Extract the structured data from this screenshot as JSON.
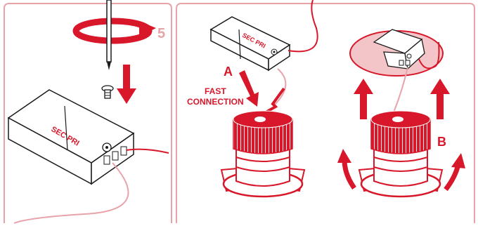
{
  "colors": {
    "accent": "#d8182a",
    "accent_light": "#e8a3aa",
    "panel_border": "#e7a3a6",
    "driver_outline": "#1a1a1a",
    "background": "#ffffff"
  },
  "step1": {
    "step_number": "5",
    "driver_label": "SEC PRI"
  },
  "step2": {
    "driver_label": "SEC PRI",
    "label_a": "A",
    "fast_connection_line1": "FAST",
    "fast_connection_line2": "CONNECTION",
    "label_b": "B"
  },
  "icons": [
    "rotate-arrow-icon",
    "down-arrow-icon",
    "up-arrow-icon",
    "curved-arrow-icon",
    "screwdriver-icon",
    "screw-icon"
  ]
}
